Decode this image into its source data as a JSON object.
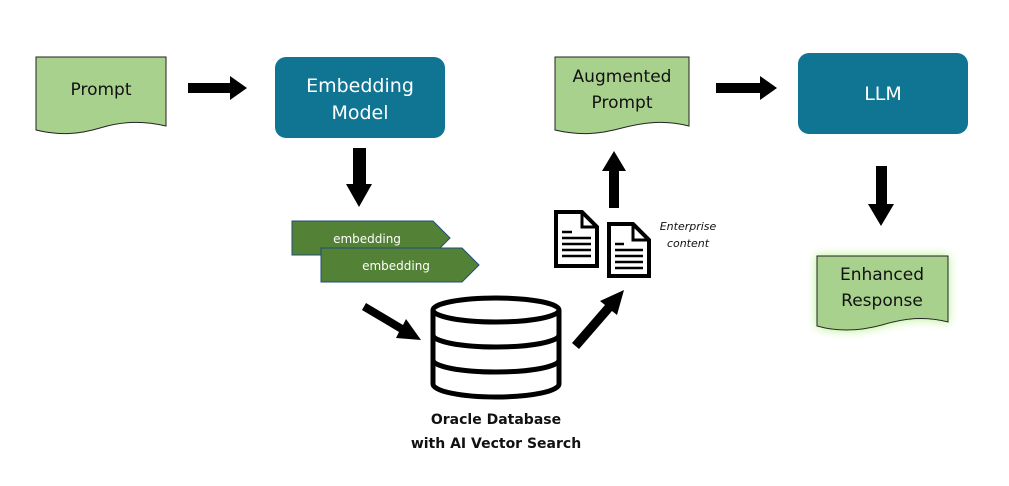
{
  "diagram": {
    "title": "RAG with Oracle AI Vector Search",
    "colors": {
      "document_fill": "#a9d18e",
      "model_fill": "#107592",
      "embedding_fill": "#538135",
      "embedding_stroke": "#1f4e79",
      "arrow": "#000000",
      "glow": "#b4f08c"
    },
    "nodes": {
      "prompt": {
        "label": "Prompt"
      },
      "embedding_model": {
        "line1": "Embedding",
        "line2": "Model"
      },
      "embedding_1": {
        "label": "embedding"
      },
      "embedding_2": {
        "label": "embedding"
      },
      "database": {
        "line1": "Oracle Database",
        "line2": "with AI Vector Search"
      },
      "enterprise_content": {
        "line1": "Enterprise",
        "line2": "content"
      },
      "augmented_prompt": {
        "line1": "Augmented",
        "line2": "Prompt"
      },
      "llm": {
        "label": "LLM"
      },
      "enhanced_response": {
        "line1": "Enhanced",
        "line2": "Response"
      }
    },
    "edges": [
      {
        "from": "prompt",
        "to": "embedding_model"
      },
      {
        "from": "embedding_model",
        "to": "embeddings"
      },
      {
        "from": "embeddings",
        "to": "database"
      },
      {
        "from": "database",
        "to": "enterprise_content"
      },
      {
        "from": "enterprise_content",
        "to": "augmented_prompt"
      },
      {
        "from": "augmented_prompt",
        "to": "llm"
      },
      {
        "from": "llm",
        "to": "enhanced_response"
      }
    ]
  }
}
